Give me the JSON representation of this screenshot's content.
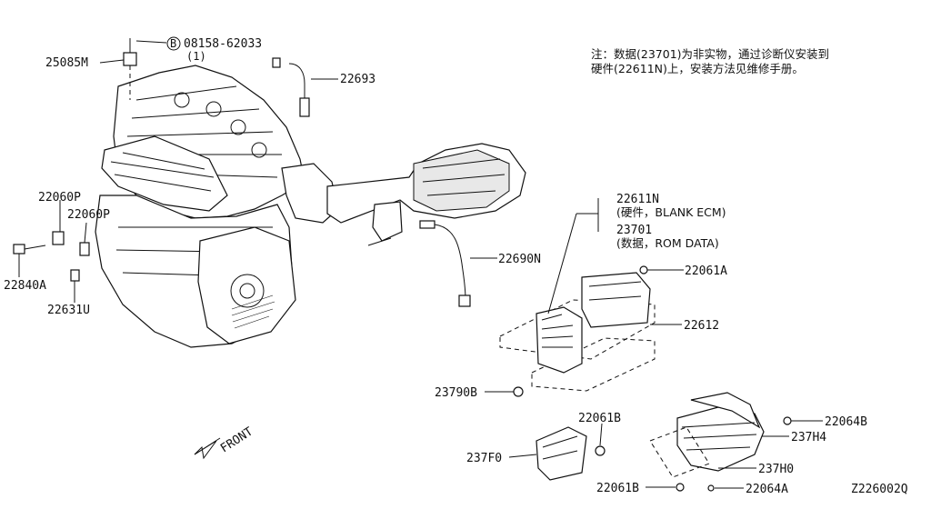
{
  "diagram": {
    "code": "Z226002Q",
    "note_line1": "注：数据(23701)为非实物，通过诊断仪安装到",
    "note_line2": "硬件(22611N)上，安装方法见维修手册。",
    "front_label": "FRONT",
    "bolt_symbol": "B",
    "labels": {
      "p25085M": "25085M",
      "p08158": "08158-62033",
      "p08158_qty": "(1)",
      "p22693": "22693",
      "p22060P_a": "22060P",
      "p22060P_b": "22060P",
      "p22840A": "22840A",
      "p22631U": "22631U",
      "p22690N": "22690N",
      "p22611N": "22611N",
      "p22611N_desc": "(硬件，BLANK ECM)",
      "p23701": "23701",
      "p23701_desc": "(数据，ROM DATA)",
      "p22061A": "22061A",
      "p22612": "22612",
      "p23790B": "23790B",
      "p22061B_a": "22061B",
      "p237F0": "237F0",
      "p22064B": "22064B",
      "p237H4": "237H4",
      "p237H0": "237H0",
      "p22061B_b": "22061B",
      "p22064A": "22064A"
    }
  }
}
